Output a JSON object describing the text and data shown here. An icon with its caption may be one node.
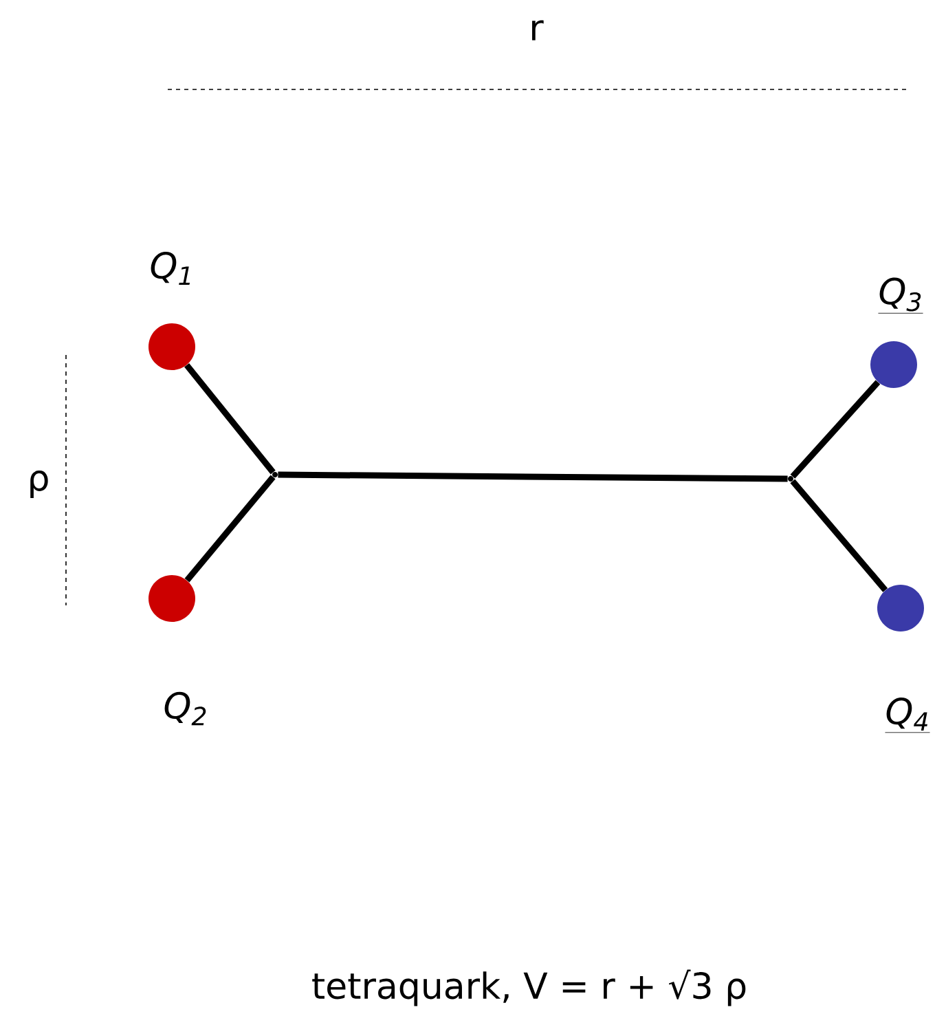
{
  "diagram": {
    "caption": "tetraquark, V = r + √3 ρ",
    "nodes": [
      {
        "text": [],
        "shape": "circle",
        "beside": [
          "Q$_{1}$"
        ]
      },
      {
        "text": [],
        "shape": "circle",
        "beside": [
          "Q$_{2}$"
        ]
      },
      {
        "text": [],
        "shape": "point"
      },
      {
        "text": [],
        "shape": "point"
      },
      {
        "text": [],
        "shape": "circle",
        "beside": [
          "Q$_{3}$"
        ]
      },
      {
        "text": [],
        "shape": "circle",
        "beside": [
          "Q$_{4}$"
        ]
      }
    ],
    "edges": [
      {
        "from": 0,
        "to": 2,
        "arrow": "none"
      },
      {
        "from": 1,
        "to": 2,
        "arrow": "none"
      },
      {
        "from": 2,
        "to": 3,
        "arrow": "none"
      },
      {
        "from": 3,
        "to": 4,
        "arrow": "none"
      },
      {
        "from": 3,
        "to": 5,
        "arrow": "none"
      }
    ],
    "labels": [
      "r",
      "ρ"
    ]
  }
}
